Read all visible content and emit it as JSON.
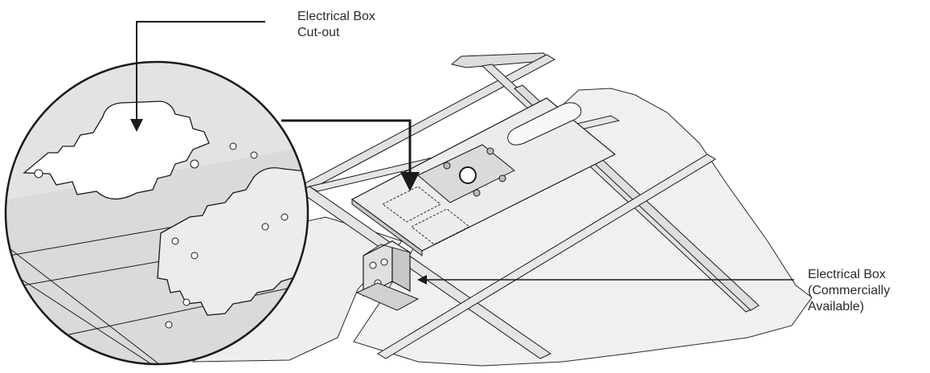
{
  "callouts": {
    "cutout": {
      "lines": [
        "Electrical Box",
        "Cut-out"
      ]
    },
    "box": {
      "lines": [
        "Electrical Box",
        "(Commercially",
        "Available)"
      ]
    }
  },
  "colors": {
    "line": "#1a1a1a",
    "metal": "#e6e6e6",
    "ceiling": "#eeeeee",
    "shade": "#d4d4d4",
    "leader": "#555555"
  }
}
